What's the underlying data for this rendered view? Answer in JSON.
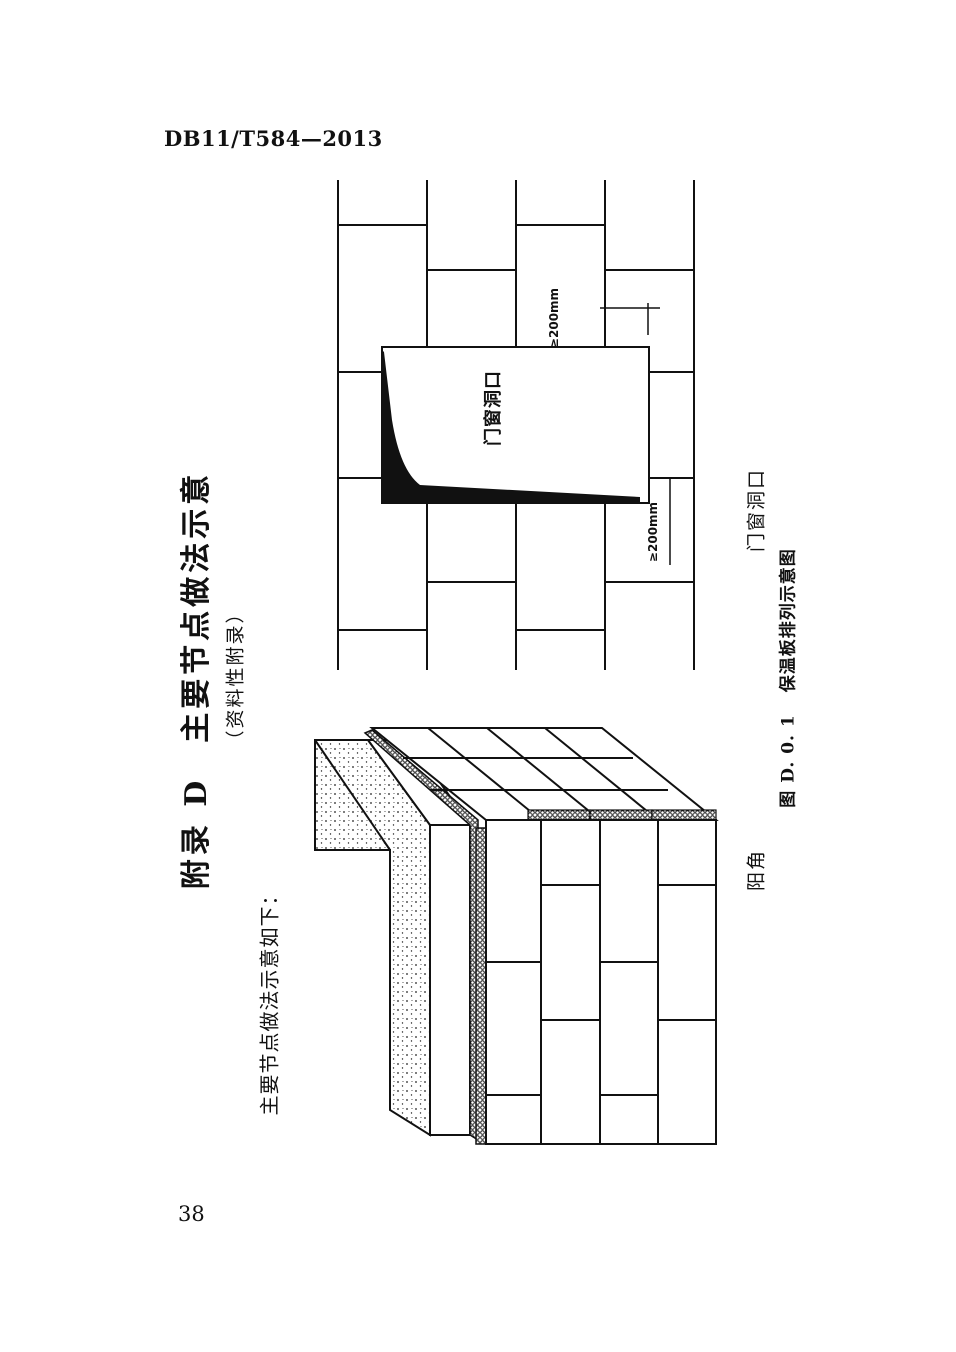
{
  "header": {
    "code": "DB11/T584—2013"
  },
  "appendix": {
    "title": "附录 D　主要节点做法示意",
    "subtitle": "（资料性附录）",
    "intro": "主要节点做法示意如下："
  },
  "figure": {
    "label_outside_corner": "阳角",
    "label_opening": "门窗洞口",
    "opening_text": "门窗洞口",
    "dim_top": "≥200mm",
    "dim_bottom": "≥200mm",
    "caption_number": "图 D. 0. 1",
    "caption_text": "保温板排列示意图"
  },
  "page_number": "38"
}
